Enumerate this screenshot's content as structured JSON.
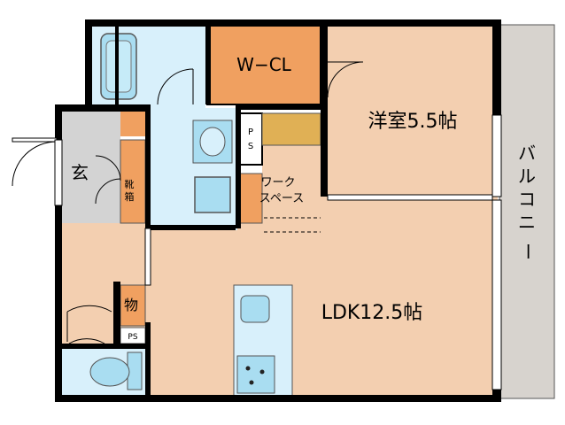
{
  "rooms": {
    "wcl": "W−CL",
    "western": "洋室5.5帖",
    "ldk": "LDK12.5帖",
    "entrance": "玄",
    "shoe_1": "靴",
    "shoe_2": "箱",
    "storage": "物",
    "ps_upper_1": "P",
    "ps_upper_2": "S",
    "ps_lower": "PS",
    "work_1": "ワーク",
    "work_2": "スペース"
  },
  "balcony": [
    "バ",
    "ル",
    "コ",
    "ニ",
    "ー"
  ],
  "colors": {
    "wall": "#000000",
    "room_floor": "#f3cfb0",
    "closet": "#f0a060",
    "wet_area": "#d8f0fb",
    "fixture": "#a9ddf1",
    "entrance": "#d3d3d3",
    "balcony": "#d7d3ce",
    "work_desk": "#e0b055"
  }
}
